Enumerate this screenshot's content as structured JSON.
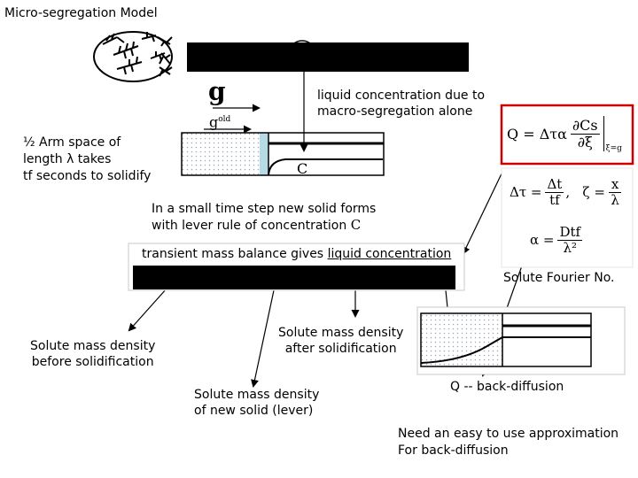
{
  "title": "Micro-segregation Model",
  "labels": {
    "liquid_conc_line1": "liquid concentration due to",
    "liquid_conc_line2": "macro-segregation alone",
    "arm_line1": "½ Arm space of",
    "arm_line2": "length λ takes",
    "arm_line3": "tf seconds to solidify",
    "timestep_line1": "In a small time step new solid forms",
    "timestep_line2": "with lever rule of concentration",
    "transient_prefix": "transient mass balance gives ",
    "transient_underlined": "liquid concentration",
    "fourier": "Solute Fourier No.",
    "before_line1": "Solute mass density",
    "before_line2": "before solidification",
    "after_line1": "Solute mass density",
    "after_line2": "after solidification",
    "newsolid_line1": "Solute mass density",
    "newsolid_line2": "of new solid (lever)",
    "backdiff": "Q -- back-diffusion",
    "approx_line1": "Need an easy to use approximation",
    "approx_line2": "For back-diffusion"
  },
  "symbols": {
    "g": "g",
    "g_old": "g",
    "g_old_sup": "old",
    "C": "C",
    "C_lever": "C"
  },
  "equations": {
    "q_lhs": "Q = Δτα",
    "q_num": "∂Cs",
    "q_den": "∂ξ",
    "q_eval": "ξ=g",
    "dtau_lhs": "Δτ =",
    "dtau_num": "Δt",
    "dtau_den": "tf",
    "zeta_lhs": ",   ζ =",
    "zeta_num": "x",
    "zeta_den": "λ",
    "alpha_lhs": "α =",
    "alpha_num": "Dtf",
    "alpha_den": "λ²"
  },
  "colors": {
    "equation_box": "#cc0000",
    "solid_dots": "#9aa8b8",
    "interface": "#b7dbe6",
    "black_bar": "#000000"
  }
}
